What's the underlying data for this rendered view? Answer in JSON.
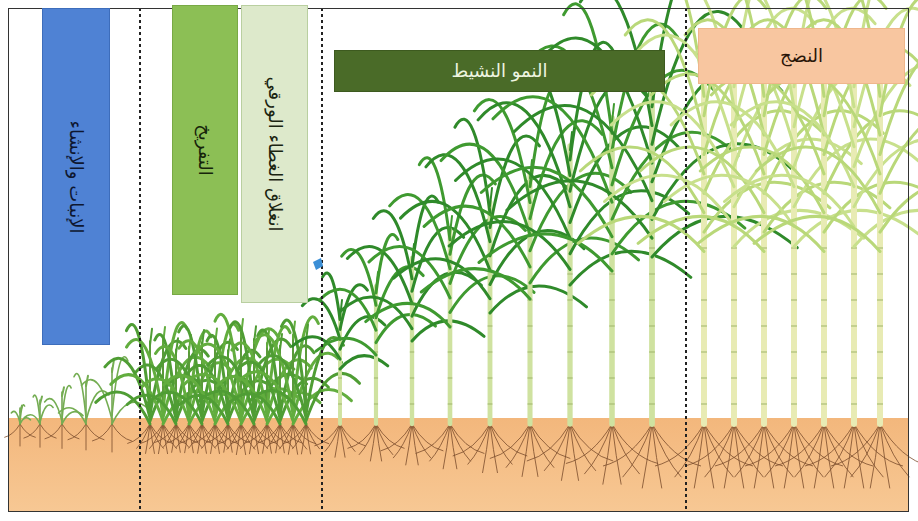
{
  "diagram": {
    "nodes": [
      {
        "text": [
          "الإنبات والإنشاء"
        ]
      },
      {
        "text": [
          "التفريخ"
        ]
      },
      {
        "text": [
          "انغلاق الغطاء الورقي"
        ]
      },
      {
        "text": [
          "النمو النشيط"
        ]
      },
      {
        "text": [
          "النضج"
        ]
      }
    ]
  }
}
